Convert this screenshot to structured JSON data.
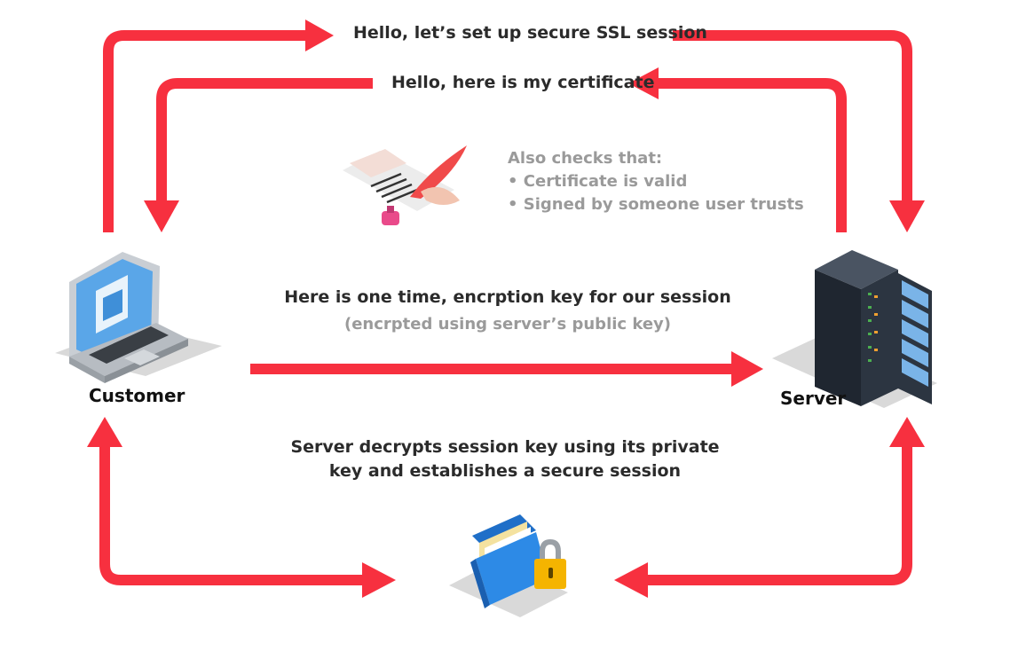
{
  "messages": {
    "hello_setup": "Hello, let’s set up secure SSL session",
    "hello_cert": "Hello, here is my certificate",
    "checks_title": "Also checks that:",
    "checks_items": [
      "• Certificate is valid",
      "• Signed by someone user trusts"
    ],
    "session_key": "Here is one time, encrption key for our session",
    "session_key_note": "(encrpted using server’s public key)",
    "decrypt_line1": "Server decrypts session key using its private",
    "decrypt_line2": "key and establishes a secure session"
  },
  "nodes": {
    "customer": "Customer",
    "server": "Server"
  },
  "icons": {
    "customer": "laptop-icon",
    "server": "server-rack-icon",
    "certificate": "quill-signature-icon",
    "secure_session": "locked-folder-icon"
  },
  "colors": {
    "arrow": "#f7303f",
    "text": "#2b2b2b",
    "muted": "#9a9a9a"
  }
}
